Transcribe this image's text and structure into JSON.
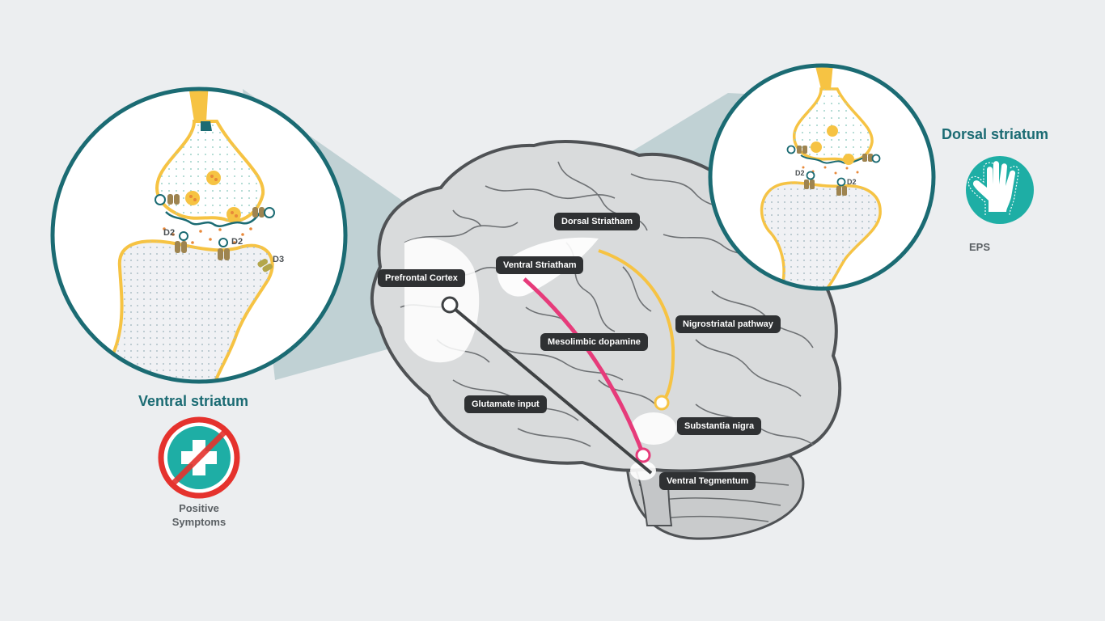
{
  "colors": {
    "background": "#eceef0",
    "teal_dark": "#1b6b73",
    "teal_accent": "#1eaea5",
    "yellow": "#f6c343",
    "pink": "#e63b7a",
    "red": "#e5322d",
    "label_bg": "#2f3133"
  },
  "diagram": {
    "labels": {
      "dorsal_striatham": "Dorsal Striatham",
      "ventral_striatham": "Ventral Striatham",
      "prefrontal_cortex": "Prefrontal Cortex",
      "nigrostriatal_pathway": "Nigrostriatal pathway",
      "mesolimbic_dopamine": "Mesolimbic dopamine",
      "glutamate_input": "Glutamate input",
      "substantia_nigra": "Substantia nigra",
      "ventral_tegmentum": "Ventral Tegmentum"
    },
    "ventral_panel": {
      "title": "Ventral striatum",
      "receptors": [
        "D2",
        "D2",
        "D3"
      ],
      "icon": "prohibited-plus-icon",
      "caption_line1": "Positive",
      "caption_line2": "Symptoms"
    },
    "dorsal_panel": {
      "title": "Dorsal striatum",
      "receptors": [
        "D2",
        "D2"
      ],
      "icon": "tremor-hand-icon",
      "caption": "EPS"
    }
  }
}
